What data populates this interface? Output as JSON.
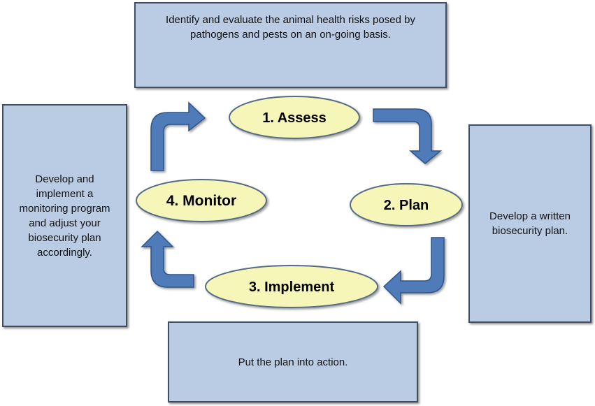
{
  "steps": {
    "assess": "1. Assess",
    "plan": "2. Plan",
    "implement": "3. Implement",
    "monitor": "4. Monitor"
  },
  "descriptions": {
    "assess": "Identify and evaluate the animal health risks posed by pathogens and pests on an on-going basis.",
    "plan": "Develop a written biosecurity plan.",
    "implement": "Put the plan into action.",
    "monitor": "Develop and implement a monitoring program and adjust your biosecurity plan accordingly."
  },
  "colors": {
    "box_fill": "#b9cce4",
    "box_border": "#3f4f63",
    "ellipse_fill": "#f6f6b8",
    "ellipse_border": "#566c85",
    "arrow_fill": "#4f7cb8",
    "arrow_stroke": "#2f5488"
  }
}
